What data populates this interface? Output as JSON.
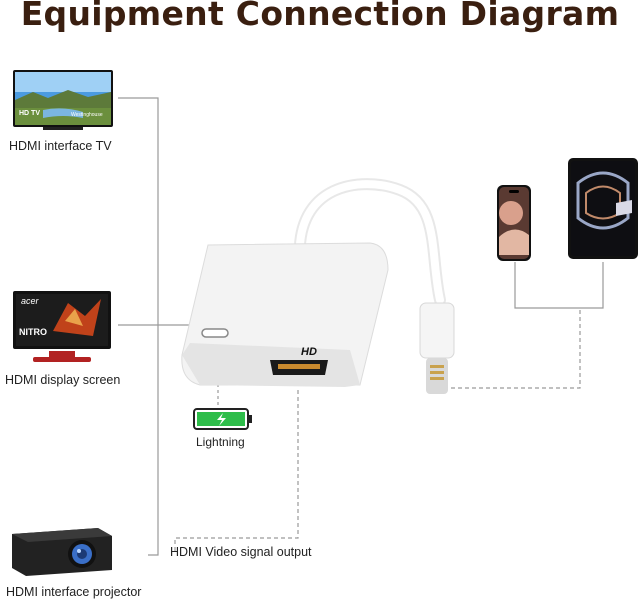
{
  "title": "Equipment Connection Diagram",
  "devices": {
    "tv": {
      "label": "HDMI interface TV",
      "screen_text": "HD TV",
      "brand": "Westinghouse"
    },
    "monitor": {
      "label": "HDMI display screen",
      "brand": "acer",
      "screen_text": "NITRO"
    },
    "projector": {
      "label": "HDMI interface projector"
    }
  },
  "adapter": {
    "port_label": "HD"
  },
  "lightning": {
    "label": "Lightning"
  },
  "output": {
    "label": "HDMI Video signal output"
  },
  "colors": {
    "title": "#3a1f10",
    "line_solid": "#999999",
    "line_dashed": "#999999",
    "battery": "#2ebd4a"
  }
}
